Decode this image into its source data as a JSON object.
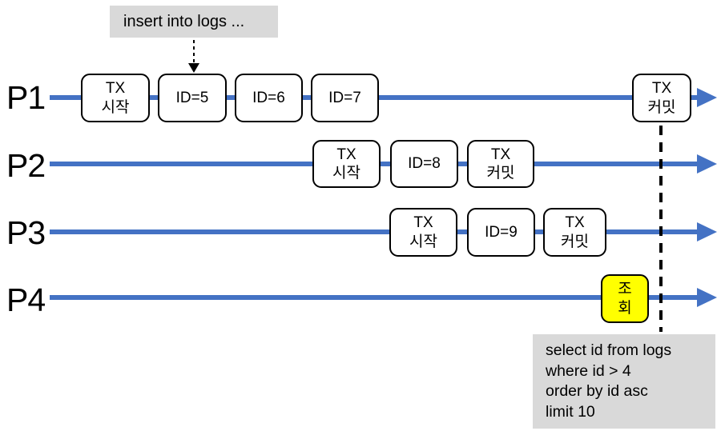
{
  "notes": {
    "insert": "insert into logs ...",
    "select_lines": [
      "select id from logs",
      "where id > 4",
      "order by id asc",
      "limit 10"
    ]
  },
  "rows": [
    {
      "label": "P1",
      "boxes": [
        {
          "l1": "TX",
          "l2": "시작"
        },
        {
          "l1": "ID=5"
        },
        {
          "l1": "ID=6"
        },
        {
          "l1": "ID=7"
        },
        {
          "l1": "TX",
          "l2": "커밋"
        }
      ]
    },
    {
      "label": "P2",
      "boxes": [
        {
          "l1": "TX",
          "l2": "시작"
        },
        {
          "l1": "ID=8"
        },
        {
          "l1": "TX",
          "l2": "커밋"
        }
      ]
    },
    {
      "label": "P3",
      "boxes": [
        {
          "l1": "TX",
          "l2": "시작"
        },
        {
          "l1": "ID=9"
        },
        {
          "l1": "TX",
          "l2": "커밋"
        }
      ]
    },
    {
      "label": "P4",
      "boxes": [
        {
          "l1": "조",
          "l2": "회"
        }
      ]
    }
  ],
  "colors": {
    "timeline": "#4472C4",
    "note_bg": "#D9D9D9",
    "highlight": "#FFFF00",
    "box_border": "#000000"
  }
}
